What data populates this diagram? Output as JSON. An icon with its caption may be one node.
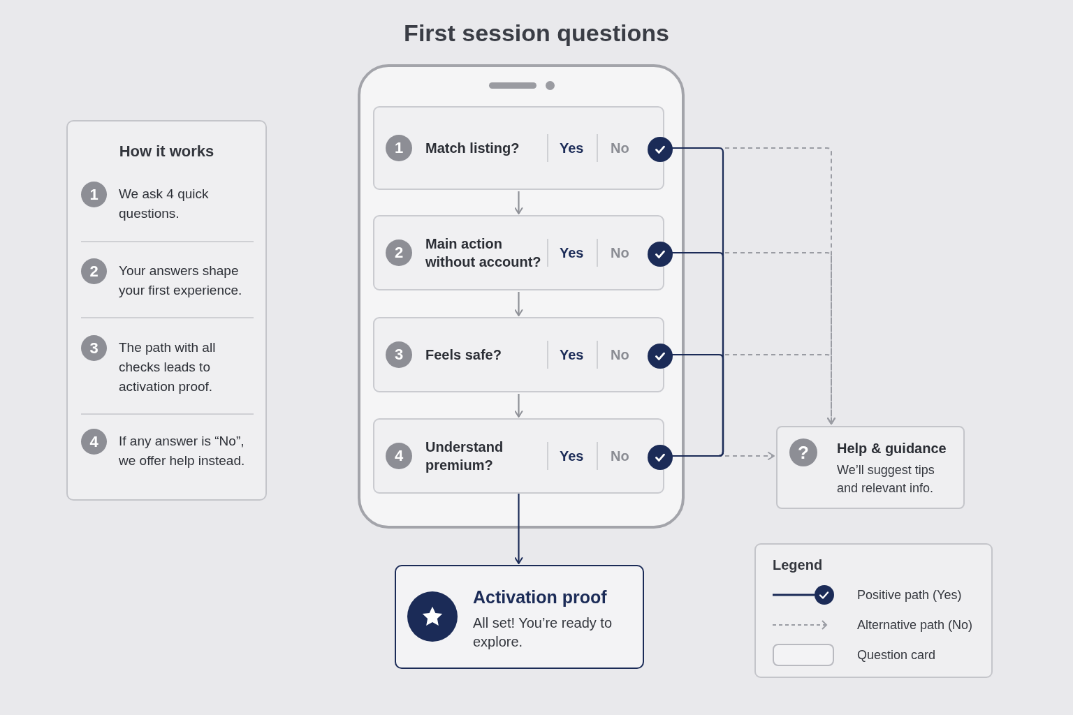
{
  "diagram": {
    "title": "First session questions",
    "nodes": [
      {
        "text": [
          "How it works"
        ]
      },
      {
        "text": [
          "1",
          "We ask 4 quick questions."
        ],
        "in": 0
      },
      {
        "text": [
          "2",
          "Your answers shape your first experience."
        ],
        "in": 0
      },
      {
        "text": [
          "3",
          "The path with all checks leads to activation proof."
        ],
        "in": 0
      },
      {
        "text": [
          "4",
          "If any answer is “No”, we offer help instead."
        ],
        "in": 0
      },
      {
        "text": [],
        "shape": "phone"
      },
      {
        "text": [
          "1",
          "Match listing?",
          "Yes",
          "No"
        ],
        "in": 5
      },
      {
        "text": [
          "2",
          "Main action without account?",
          "Yes",
          "No"
        ],
        "in": 5
      },
      {
        "text": [
          "3",
          "Feels safe?",
          "Yes",
          "No"
        ],
        "in": 5
      },
      {
        "text": [
          "4",
          "Understand premium?",
          "Yes",
          "No"
        ],
        "in": 5
      },
      {
        "text": [
          "?",
          "Help & guidance",
          "We’ll suggest tips and relevant info."
        ]
      },
      {
        "text": [
          "Activation proof",
          "All set! You’re ready to explore."
        ]
      }
    ],
    "edges": [
      {
        "from": 6,
        "to": 7,
        "arrow": "to",
        "color": "#8e9097"
      },
      {
        "from": 7,
        "to": 8,
        "arrow": "to",
        "color": "#8e9097"
      },
      {
        "from": 8,
        "to": 9,
        "arrow": "to",
        "color": "#8e9097"
      },
      {
        "from": 6,
        "to": 9,
        "arrow": "none",
        "color": "#1b2b57"
      },
      {
        "from": 7,
        "to": 9,
        "arrow": "none",
        "color": "#1b2b57"
      },
      {
        "from": 8,
        "to": 9,
        "arrow": "none",
        "color": "#1b2b57"
      },
      {
        "from": 9,
        "to": 11,
        "arrow": "to",
        "color": "#1b2b57"
      },
      {
        "from": 6,
        "to": 10,
        "arrow": "to",
        "style": "dashed",
        "color": "#9a9ca3"
      },
      {
        "from": 7,
        "to": 10,
        "arrow": "to",
        "style": "dashed",
        "color": "#9a9ca3"
      },
      {
        "from": 8,
        "to": 10,
        "arrow": "to",
        "style": "dashed",
        "color": "#9a9ca3"
      },
      {
        "from": 9,
        "to": 10,
        "arrow": "to",
        "style": "dashed",
        "color": "#9a9ca3"
      }
    ],
    "labels": [
      "Legend"
    ],
    "legend": [
      {
        "text": "Positive path (Yes)"
      },
      {
        "text": "Alternative path (No)"
      },
      {
        "text": "Question card"
      }
    ]
  }
}
